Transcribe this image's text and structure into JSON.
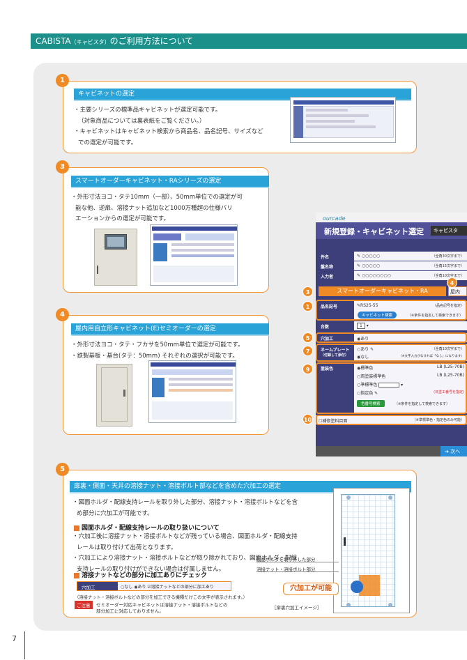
{
  "header": {
    "title_main": "CABISTA",
    "title_kana": "（キャビスタ）",
    "title_rest": "のご利用方法について"
  },
  "sections": {
    "s1": {
      "num": "1",
      "title": "キャビネットの選定",
      "bullets": [
        "・主要シリーズの標準品キャビネットが選定可能です。",
        "（対象商品については裏表紙をご覧ください。）",
        "・キャビネットはキャビネット検索から商品名、品名記号、サイズなど",
        "での選定が可能です。"
      ]
    },
    "s3": {
      "num": "3",
      "title": "スマートオーダーキャビネット・RAシリーズの選定",
      "bullets": [
        "・外形寸法ヨコ・タテ10mm（一部）、50mm単位での選定が可",
        "能な他、逆扉、溶接ナット追加など1000万種超の仕様バリ",
        "エーションからの選定が可能です。"
      ]
    },
    "s4": {
      "num": "4",
      "title": "屋内用自立形キャビネット(E)セミオーダーの選定",
      "bullets": [
        "・外形寸法ヨコ・タテ・フカサを50mm単位で選定が可能です。",
        "・鉄製基板・基台(タテ：50mm) それぞれの選択が可能です。"
      ]
    },
    "s5": {
      "num": "5",
      "title": "扉裏・側面・天井の溶接ナット・溶接ボルト部などを含めた穴加工の選定",
      "bullets": [
        "・図面ホルダ・配線支持レールを取り外した部分、溶接ナット・溶接ボルトなどを含",
        "め部分に穴加工が可能です。"
      ],
      "sub1": "図面ホルダ・配線支持レールの取り扱いについて",
      "sub1_bullets": [
        "・穴加工後に溶接ナット・溶接ボルトなどが残っている場合、図面ホルダ・配線支持",
        "レールは取り付けて出荷となります。",
        "・穴加工により溶接ナット・溶接ボルトなどが取り除かれており、図面ホルダ・配線",
        "支持レールの取り付けができない場合は付属しません。"
      ],
      "sub2": "溶接ナットなどの部分に加工ありにチェック",
      "check_label": "穴加工",
      "check_opt1": "なし",
      "check_opt2": "あり",
      "check_opt3": "溶接ナットなどの部分に加工あり",
      "check_note": "（溶接ナット・溶接ボルトなどの部分を加工できる機種だけこの文字が表示されます。）",
      "caution_tag": "ご注意",
      "caution_text1": "セミオーダー対応キャビネットは溶接ナット・溶接ボルトなどの",
      "caution_text2": "部分加工に対応しておりません。",
      "label_holder": "図面ホルダを取り外した部分",
      "label_nut": "溶接ナット・溶接ボルト部分",
      "callout": "穴加工が可能",
      "caption": "［扉裏穴加工イメージ］"
    }
  },
  "form": {
    "logo": "ourcade",
    "title": "新規登録・キャビネット選定",
    "tag": "キャビスタ",
    "rows": [
      {
        "label": "件名",
        "value": "○○○○○",
        "note": "（全角30文字まで）"
      },
      {
        "label": "盤名称",
        "value": "○○○○○",
        "note": "（全角15文字まで）"
      },
      {
        "label": "入力者",
        "value": "○○○○○○○○",
        "note": "（全角10文字まで）"
      }
    ],
    "ra_bar": "スマートオーダーキャビネット・RA",
    "ra_side": "屋内",
    "hinmei_label": "品名記号",
    "hinmei_value": "RS25-55",
    "hinmei_note": "（品名記号を指定）",
    "search_btn": "キャビネット検索",
    "search_note": "（※条件を指定して検索できます）",
    "qty_label": "台数",
    "qty_value": "1",
    "ana_label": "穴加工",
    "ana_value": "あり",
    "name_label": "ネームプレート",
    "name_sub": "（付録して添付）",
    "name_opt1": "あり",
    "name_opt2": "なし",
    "name_note1": "（全角10文字まで）",
    "name_note2": "（※文字入力がなければ「なし」になります）",
    "color_label": "塗装色",
    "colors": [
      {
        "name": "標準色",
        "code": "LB (L25-70B)"
      },
      {
        "name": "両塗装標準色",
        "code": "LB (L25-70B)"
      },
      {
        "name": "準標準色",
        "code": ""
      },
      {
        "name": "指定色",
        "code": "(日塗工番号を指定)"
      }
    ],
    "color_btn": "色番号検索",
    "color_note": "（※条件を指定して検索できます）",
    "hosyu_label": "補修塗料目面",
    "hosyu_note": "（※準標準色・指定色のみ可能）",
    "next": "次へ",
    "markers": [
      "3",
      "4",
      "1",
      "5",
      "7",
      "9",
      "10"
    ]
  },
  "page_number": "7"
}
